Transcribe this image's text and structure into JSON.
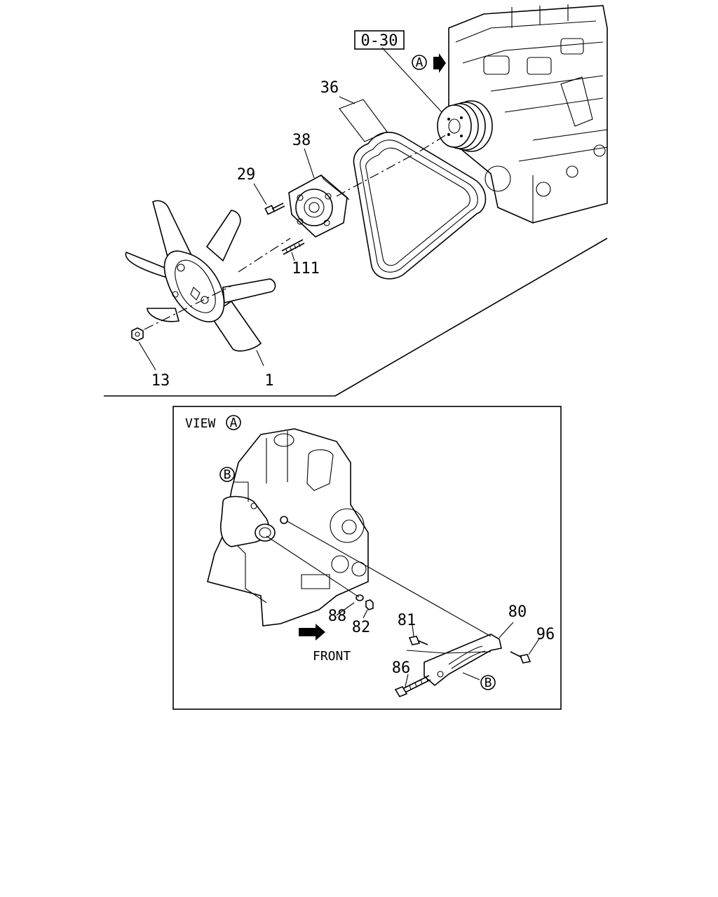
{
  "labels": {
    "ref_box": "0-30",
    "callout_a": "A",
    "callout_b": "B",
    "p36": "36",
    "p38": "38",
    "p29": "29",
    "p111": "111",
    "p13": "13",
    "p1": "1",
    "view": "VIEW",
    "p88": "88",
    "p82": "82",
    "p81": "81",
    "p80": "80",
    "p96": "96",
    "p86": "86",
    "front": "FRONT"
  },
  "icons": {
    "arrow_view": "view-direction-arrow-icon",
    "arrow_front": "front-direction-arrow-icon"
  }
}
